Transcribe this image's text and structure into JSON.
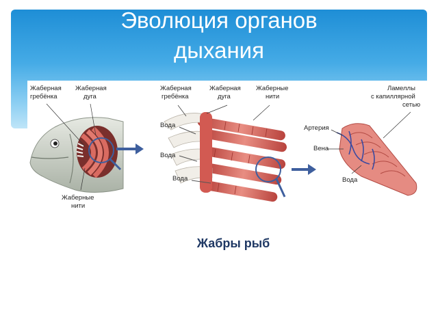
{
  "slide": {
    "title_line1": "Эволюция органов",
    "title_line2": "дыхания",
    "caption": "Жабры рыб"
  },
  "figure": {
    "labels": {
      "gill_rakers_1a": "Жаберная",
      "gill_rakers_1b": "гребёнка",
      "gill_arch_1a": "Жаберная",
      "gill_arch_1b": "дуга",
      "gill_filaments_1a": "Жаберные",
      "gill_filaments_1b": "нити",
      "gill_rakers_2a": "Жаберная",
      "gill_rakers_2b": "гребёнка",
      "gill_arch_2a": "Жаберная",
      "gill_arch_2b": "дуга",
      "gill_filaments_2a": "Жаберные",
      "gill_filaments_2b": "нити",
      "water_1": "Вода",
      "water_2": "Вода",
      "water_3": "Вода",
      "water_4": "Вода",
      "lamellae_a": "Ламеллы",
      "lamellae_b": "с капиллярной",
      "lamellae_c": "сетью",
      "artery": "Артерия",
      "vein": "Вена"
    },
    "colors": {
      "muscle": "#c9504a",
      "muscle_light": "#e9938a",
      "arrow": "#3e5f9e",
      "fish_body": "#cfd4cc",
      "vessel": "#3b4aa0"
    }
  }
}
